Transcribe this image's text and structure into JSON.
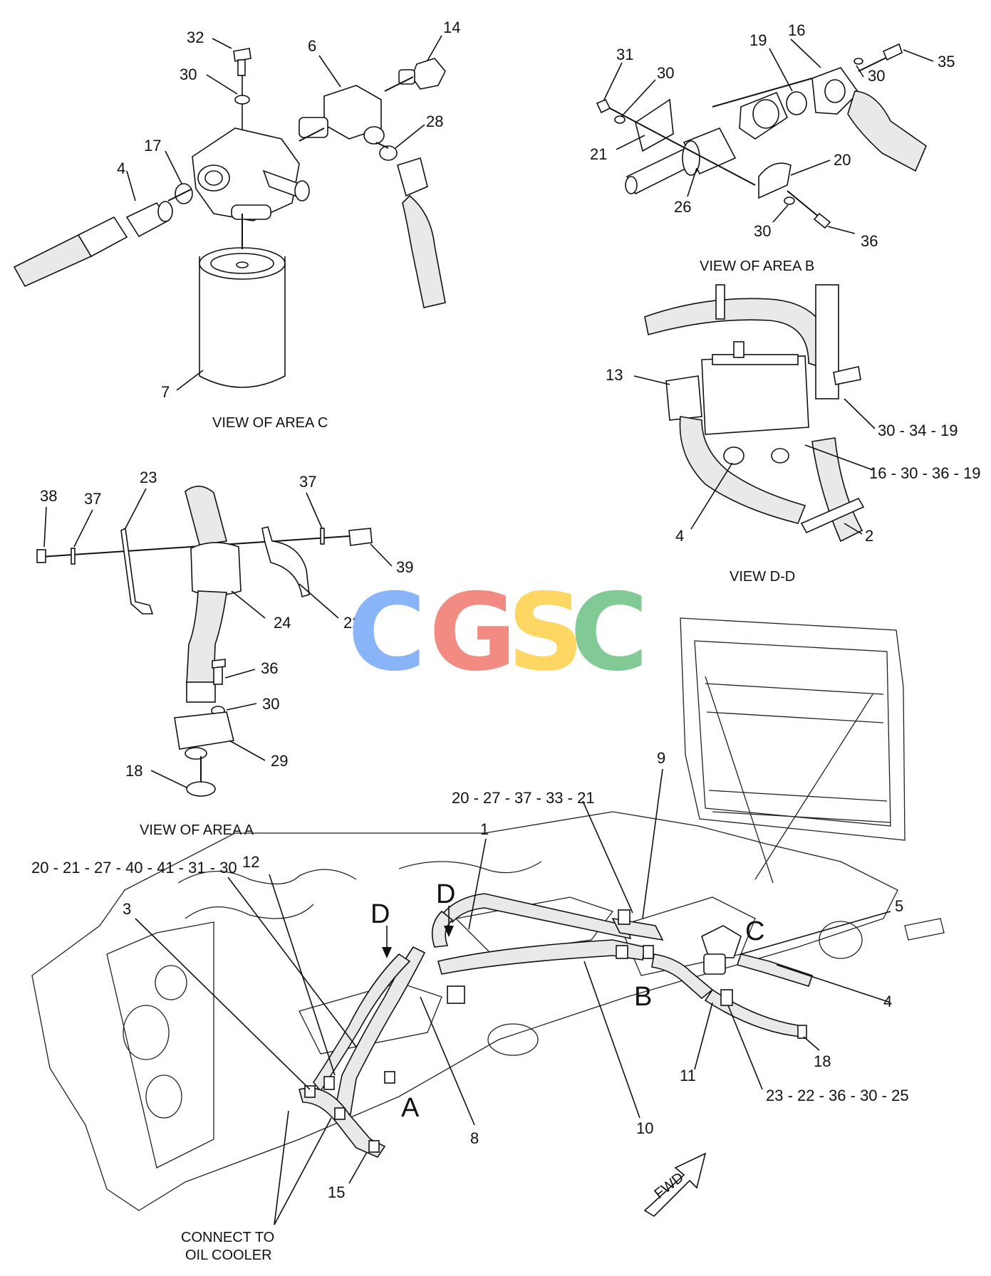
{
  "watermark": {
    "letters": [
      "C",
      "G",
      "S",
      "C"
    ],
    "colors": [
      "#8ab4f8",
      "#f28b82",
      "#fdd663",
      "#81c995"
    ]
  },
  "views": {
    "area_c": {
      "caption": "VIEW OF AREA C",
      "callouts": {
        "c32": "32",
        "c30": "30",
        "c6": "6",
        "c14": "14",
        "c28": "28",
        "c17": "17",
        "c4": "4",
        "c7": "7"
      }
    },
    "area_b": {
      "caption": "VIEW OF AREA B",
      "callouts": {
        "c31": "31",
        "c30a": "30",
        "c19": "19",
        "c16": "16",
        "c35": "35",
        "c30b": "30",
        "c21": "21",
        "c26": "26",
        "c20": "20",
        "c30c": "30",
        "c36": "36"
      }
    },
    "view_dd": {
      "caption": "VIEW D-D",
      "callouts": {
        "c13": "13",
        "c30_34_19": "30 - 34 - 19",
        "c16_30_36_19": "16 - 30 - 36 - 19",
        "c4": "4",
        "c2": "2"
      }
    },
    "area_a": {
      "caption": "VIEW OF AREA A",
      "callouts": {
        "c38": "38",
        "c37a": "37",
        "c23": "23",
        "c37b": "37",
        "c39": "39",
        "c24": "24",
        "c22": "22",
        "c36": "36",
        "c30": "30",
        "c29": "29",
        "c18": "18"
      }
    },
    "main": {
      "callouts": {
        "c20_27_37_33_21": "20 - 27 - 37 - 33 - 21",
        "c9": "9",
        "c1": "1",
        "c20_21_27_40_41_31_30": "20 - 21 - 27 - 40 - 41 - 31 - 30",
        "c12": "12",
        "c3": "3",
        "c5": "5",
        "c4": "4",
        "c18": "18",
        "c11": "11",
        "c23_22_36_30_25": "23 - 22 - 36 - 30 - 25",
        "c10": "10",
        "c8": "8",
        "c15": "15"
      },
      "area_letters": {
        "d1": "D",
        "d2": "D",
        "c": "C",
        "b": "B",
        "a": "A"
      },
      "fwd": "FWD",
      "note_line1": "CONNECT TO",
      "note_line2": "OIL COOLER"
    }
  }
}
